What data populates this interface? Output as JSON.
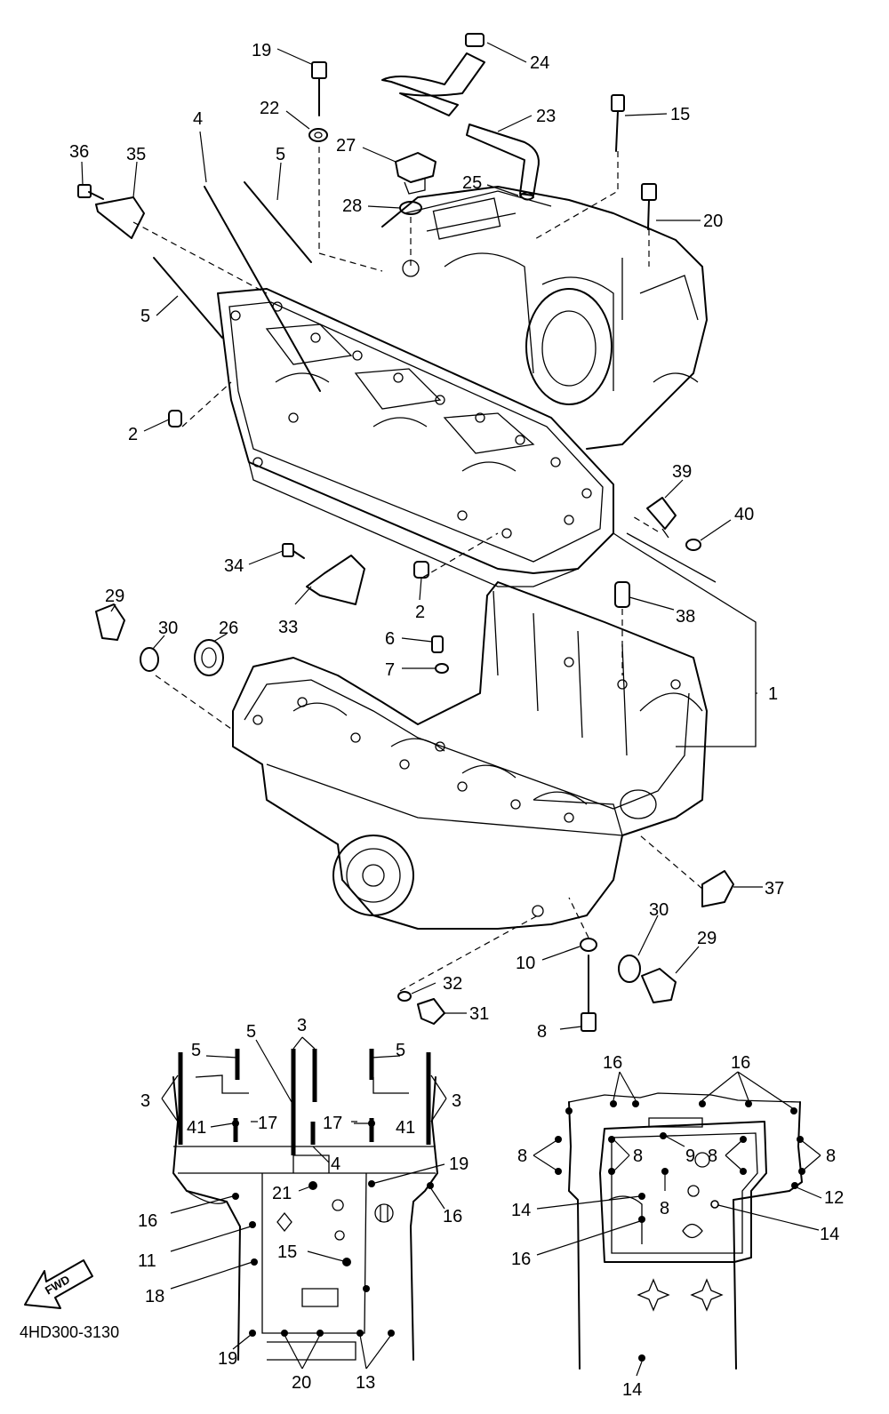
{
  "diagram": {
    "code": "4HD300-3130",
    "fwd_label": "FWD",
    "callouts": [
      "19",
      "24",
      "22",
      "23",
      "15",
      "27",
      "4",
      "5",
      "36",
      "35",
      "25",
      "28",
      "20",
      "5",
      "2",
      "39",
      "40",
      "34",
      "29",
      "30",
      "26",
      "33",
      "2",
      "38",
      "6",
      "7",
      "1",
      "37",
      "30",
      "29",
      "10",
      "32",
      "31",
      "8"
    ],
    "upper_half_view": [
      "5",
      "3",
      "5",
      "3",
      "5",
      "3",
      "3",
      "41",
      "17",
      "17",
      "41",
      "4",
      "19",
      "21",
      "16",
      "16",
      "11",
      "15",
      "18",
      "19",
      "20",
      "13"
    ],
    "lower_half_view": [
      "16",
      "16",
      "8",
      "8",
      "9",
      "8",
      "8",
      "12",
      "14",
      "8",
      "14",
      "16",
      "14"
    ]
  }
}
